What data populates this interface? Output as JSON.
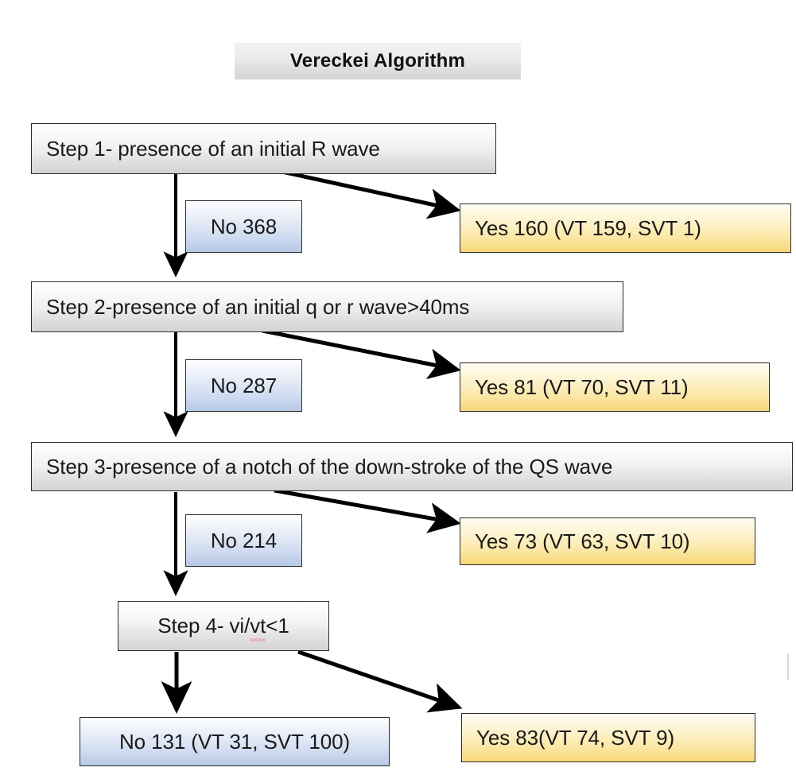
{
  "title": {
    "text": "Vereckei Algorithm"
  },
  "colors": {
    "step_fill": "#e2e2e2",
    "no_fill": "#ccd9ef",
    "yes_fill": "#fbe6a1",
    "border": "#2b2b2b",
    "arrow": "#000000",
    "spellcheck_underline": "#e8342a"
  },
  "flow": {
    "steps": [
      {
        "id": "step-1",
        "label": "Step 1- presence of an initial R wave",
        "no": {
          "label": "No 368",
          "count": 368
        },
        "yes": {
          "label": "Yes 160 (VT 159, SVT 1)",
          "count": 160,
          "vt": 159,
          "svt": 1
        }
      },
      {
        "id": "step-2",
        "label": "Step 2-presence of an initial q or r wave>40ms",
        "no": {
          "label": "No 287",
          "count": 287
        },
        "yes": {
          "label": "Yes 81 (VT 70, SVT 11)",
          "count": 81,
          "vt": 70,
          "svt": 11
        }
      },
      {
        "id": "step-3",
        "label": "Step 3-presence of a notch of the down-stroke of the QS wave",
        "no": {
          "label": "No 214",
          "count": 214
        },
        "yes": {
          "label": "Yes 73 (VT 63, SVT 10)",
          "count": 73,
          "vt": 63,
          "svt": 10
        }
      },
      {
        "id": "step-4",
        "label_prefix": "Step 4- vi/",
        "label_misspelled": "vt",
        "label_suffix": "<1",
        "label": "Step 4- vi/vt<1",
        "no": {
          "label": "No 131 (VT 31, SVT 100)",
          "count": 131,
          "vt": 31,
          "svt": 100
        },
        "yes": {
          "label": "Yes 83(VT 74, SVT 9)",
          "count": 83,
          "vt": 74,
          "svt": 9
        }
      }
    ]
  },
  "chart_data": {
    "type": "diagram",
    "title": "Vereckei Algorithm",
    "nodes": [
      {
        "id": "step-1",
        "kind": "step",
        "text": "Step 1- presence of an initial R wave"
      },
      {
        "id": "no-1",
        "kind": "no",
        "text": "No 368"
      },
      {
        "id": "yes-1",
        "kind": "yes",
        "text": "Yes 160 (VT 159, SVT 1)"
      },
      {
        "id": "step-2",
        "kind": "step",
        "text": "Step 2-presence of an initial q or r wave>40ms"
      },
      {
        "id": "no-2",
        "kind": "no",
        "text": "No 287"
      },
      {
        "id": "yes-2",
        "kind": "yes",
        "text": "Yes 81 (VT 70, SVT 11)"
      },
      {
        "id": "step-3",
        "kind": "step",
        "text": "Step 3-presence of a notch of the down-stroke of the QS wave"
      },
      {
        "id": "no-3",
        "kind": "no",
        "text": "No 214"
      },
      {
        "id": "yes-3",
        "kind": "yes",
        "text": "Yes 73 (VT 63, SVT 10)"
      },
      {
        "id": "step-4",
        "kind": "step",
        "text": "Step 4- vi/vt<1"
      },
      {
        "id": "no-4",
        "kind": "no",
        "text": "No 131 (VT 31, SVT 100)"
      },
      {
        "id": "yes-4",
        "kind": "yes",
        "text": "Yes 83(VT 74, SVT 9)"
      }
    ],
    "edges": [
      {
        "from": "step-1",
        "to": "step-2",
        "label": "No 368"
      },
      {
        "from": "step-1",
        "to": "yes-1",
        "label": "Yes"
      },
      {
        "from": "step-2",
        "to": "step-3",
        "label": "No 287"
      },
      {
        "from": "step-2",
        "to": "yes-2",
        "label": "Yes"
      },
      {
        "from": "step-3",
        "to": "step-4",
        "label": "No 214"
      },
      {
        "from": "step-3",
        "to": "yes-3",
        "label": "Yes"
      },
      {
        "from": "step-4",
        "to": "no-4",
        "label": "No"
      },
      {
        "from": "step-4",
        "to": "yes-4",
        "label": "Yes"
      }
    ]
  }
}
